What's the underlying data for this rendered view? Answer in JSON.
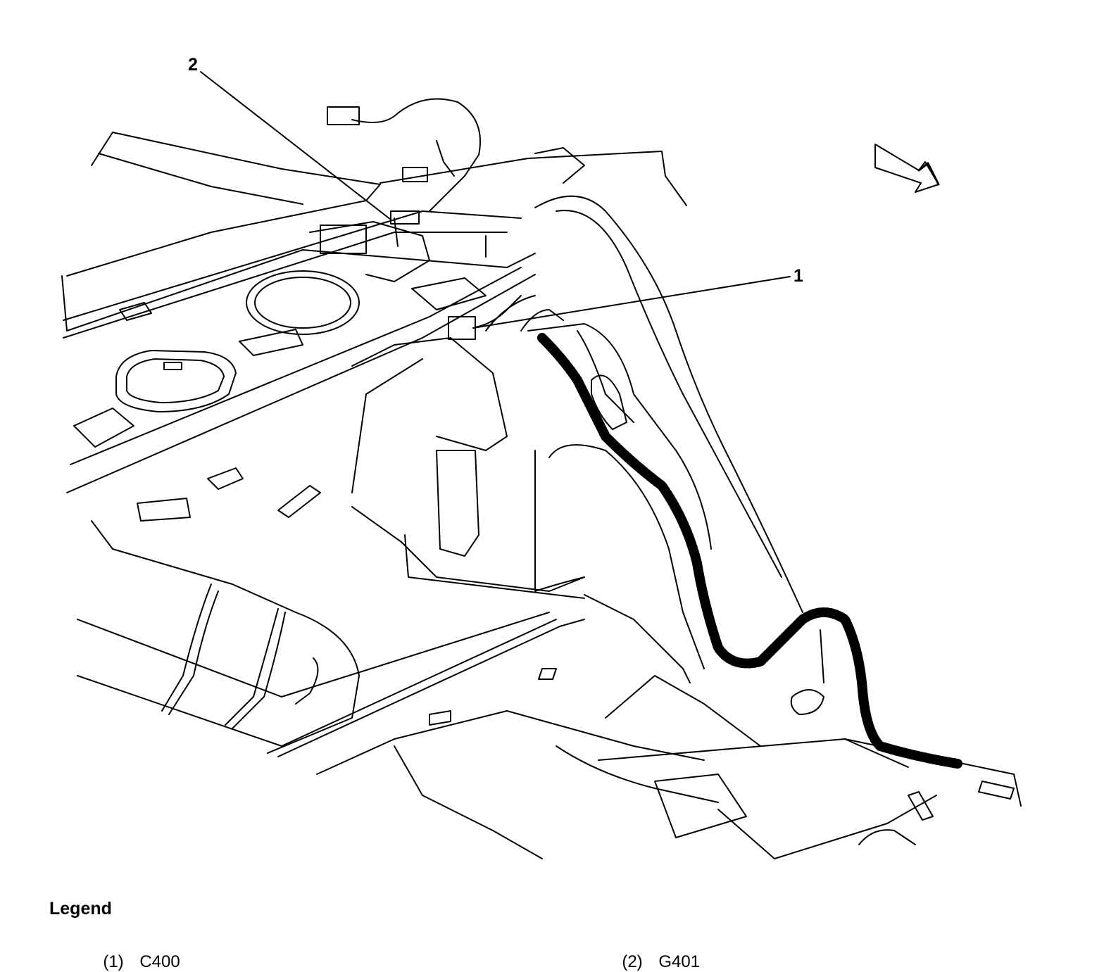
{
  "callouts": [
    {
      "id": "2",
      "label": "2"
    },
    {
      "id": "1",
      "label": "1"
    }
  ],
  "legend": {
    "title": "Legend",
    "items": [
      {
        "number": "(1)",
        "label": "C400"
      },
      {
        "number": "(2)",
        "label": "G401"
      }
    ]
  },
  "icons": [
    "direction-arrow-icon"
  ],
  "colors": {
    "line": "#000000",
    "background": "#ffffff"
  }
}
